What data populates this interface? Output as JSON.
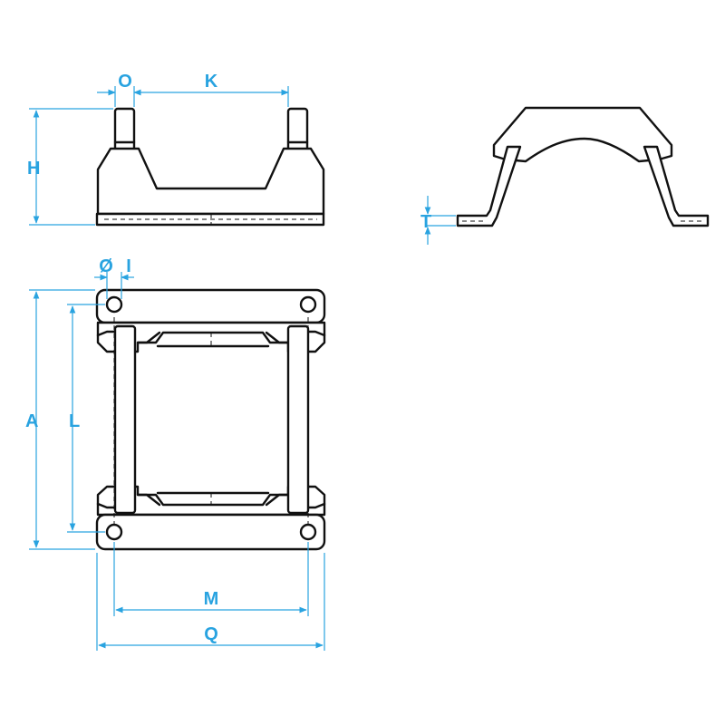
{
  "labels": {
    "O": "O",
    "K": "K",
    "H": "H",
    "T": "T",
    "diameter": "Ø",
    "I": "I",
    "A": "A",
    "L": "L",
    "M": "M",
    "Q": "Q"
  },
  "colors": {
    "dimension": "#29a3e0",
    "outline": "#111111",
    "background": "#ffffff"
  }
}
